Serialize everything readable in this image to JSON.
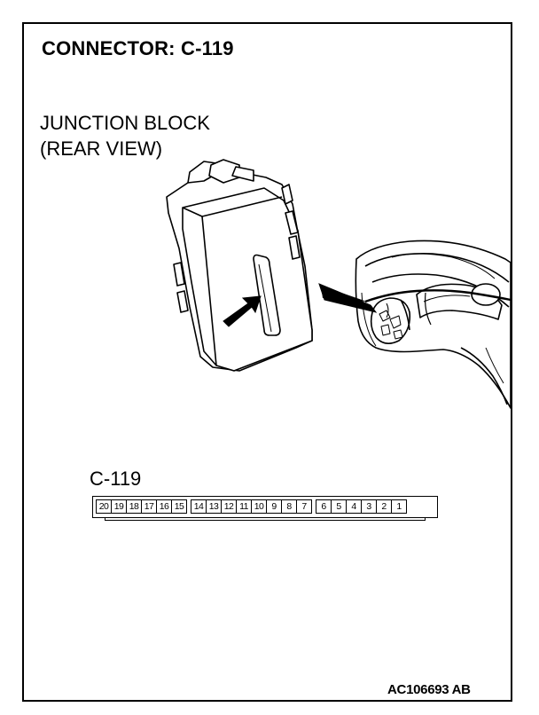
{
  "title": "CONNECTOR: C-119",
  "subtitle": {
    "line1": "JUNCTION BLOCK",
    "line2": "(REAR VIEW)"
  },
  "connector": {
    "label": "C-119",
    "pins": [
      "20",
      "19",
      "18",
      "17",
      "16",
      "15",
      "14",
      "13",
      "12",
      "11",
      "10",
      "9",
      "8",
      "7",
      "6",
      "5",
      "4",
      "3",
      "2",
      "1"
    ],
    "gaps_before": [
      "14",
      "6"
    ]
  },
  "figure_id": "AC106693 AB"
}
